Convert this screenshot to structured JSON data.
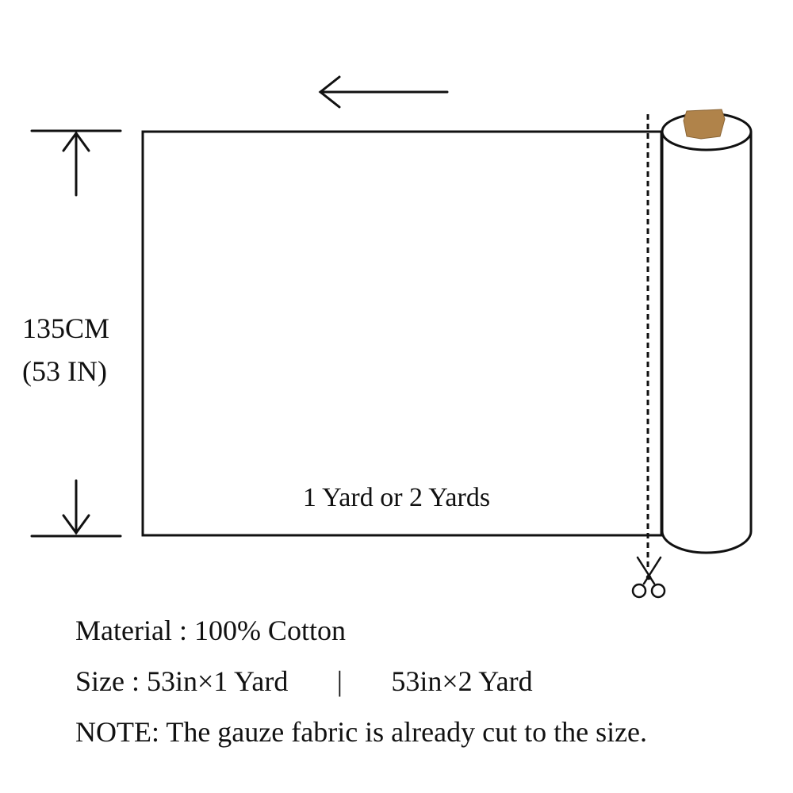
{
  "diagram": {
    "width_cm": "135CM",
    "width_in": "(53 IN)",
    "length_label": "1 Yard or 2 Yards",
    "roll_core_color": "#b0834a"
  },
  "info": {
    "material": "Material : 100% Cotton",
    "size_prefix": "Size : 53in×1 Yard",
    "size_separator": "|",
    "size_option_2": "53in×2 Yard",
    "note": "NOTE: The gauze fabric is already cut to the size."
  }
}
